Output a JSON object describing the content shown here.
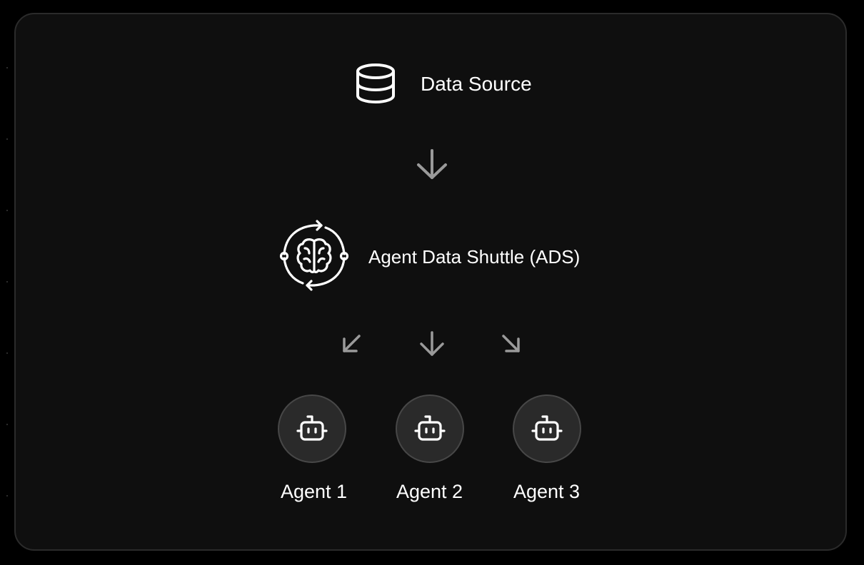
{
  "diagram": {
    "source": {
      "label": "Data Source",
      "icon": "database-icon"
    },
    "flow_arrow": "arrow-down-icon",
    "shuttle": {
      "label": "Agent Data Shuttle (ADS)",
      "icon": "brain-sync-icon"
    },
    "branch_arrows": [
      "arrow-down-left-icon",
      "arrow-down-icon",
      "arrow-down-right-icon"
    ],
    "agents": [
      {
        "label": "Agent 1",
        "icon": "bot-icon"
      },
      {
        "label": "Agent 2",
        "icon": "bot-icon"
      },
      {
        "label": "Agent 3",
        "icon": "bot-icon"
      }
    ]
  },
  "colors": {
    "background": "#000000",
    "panel": "#0f0f0f",
    "panel_border": "#2b2b2b",
    "text": "#ffffff",
    "arrow": "#9a9a9a",
    "agent_circle": "#2a2a2a",
    "agent_circle_border": "#474747"
  }
}
